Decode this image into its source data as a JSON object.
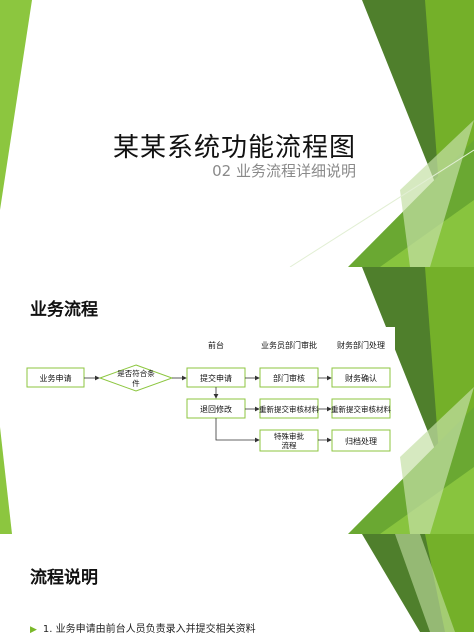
{
  "slide1": {
    "title": "某某系统功能流程图",
    "subtitle": "02 业务流程详细说明"
  },
  "slide2": {
    "heading": "业务流程",
    "col_headers": [
      "前台",
      "业务员部门审批",
      "财务部门处理"
    ],
    "nodes": {
      "start": "业务申请",
      "decision": "是否符合条件",
      "a1": "提交申请",
      "a2": "部门审核",
      "a3": "财务确认",
      "b1": "退回修改",
      "b2": "重新提交审核材料",
      "b3": "重新提交审核材料",
      "c2": "特殊审批流程",
      "c3": "归档处理"
    }
  },
  "slide3": {
    "heading": "流程说明",
    "bullet1": "1. 业务申请由前台人员负责录入并提交相关资料"
  },
  "colors": {
    "accent": "#7ab829",
    "dark_green": "#4f7f2c",
    "mid_green": "#8cc63f",
    "light_green": "#c5e0a5",
    "box_border": "#8cc63f"
  }
}
